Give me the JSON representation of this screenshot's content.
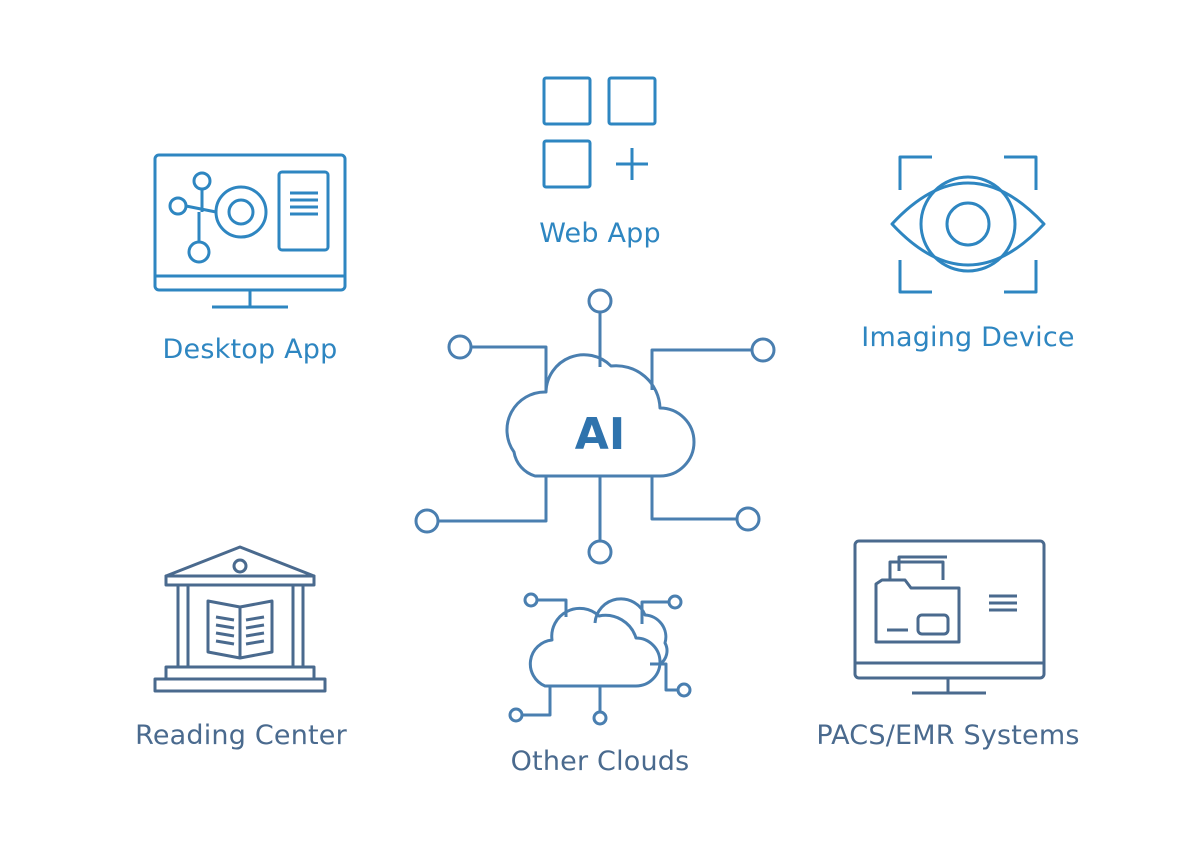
{
  "center": {
    "label": "AI"
  },
  "nodes": {
    "desktop_app": {
      "label": "Desktop App",
      "icon": "monitor-network-icon"
    },
    "web_app": {
      "label": "Web App",
      "icon": "app-grid-plus-icon"
    },
    "imaging_device": {
      "label": "Imaging Device",
      "icon": "eye-scan-icon"
    },
    "reading_center": {
      "label": "Reading Center",
      "icon": "library-book-icon"
    },
    "other_clouds": {
      "label": "Other Clouds",
      "icon": "clouds-network-icon"
    },
    "pacs_emr": {
      "label": "PACS/EMR Systems",
      "icon": "monitor-folder-icon"
    }
  },
  "colors": {
    "primary": "#2e86c1",
    "secondary": "#4a6a8e",
    "center_text": "#2f73ad"
  }
}
